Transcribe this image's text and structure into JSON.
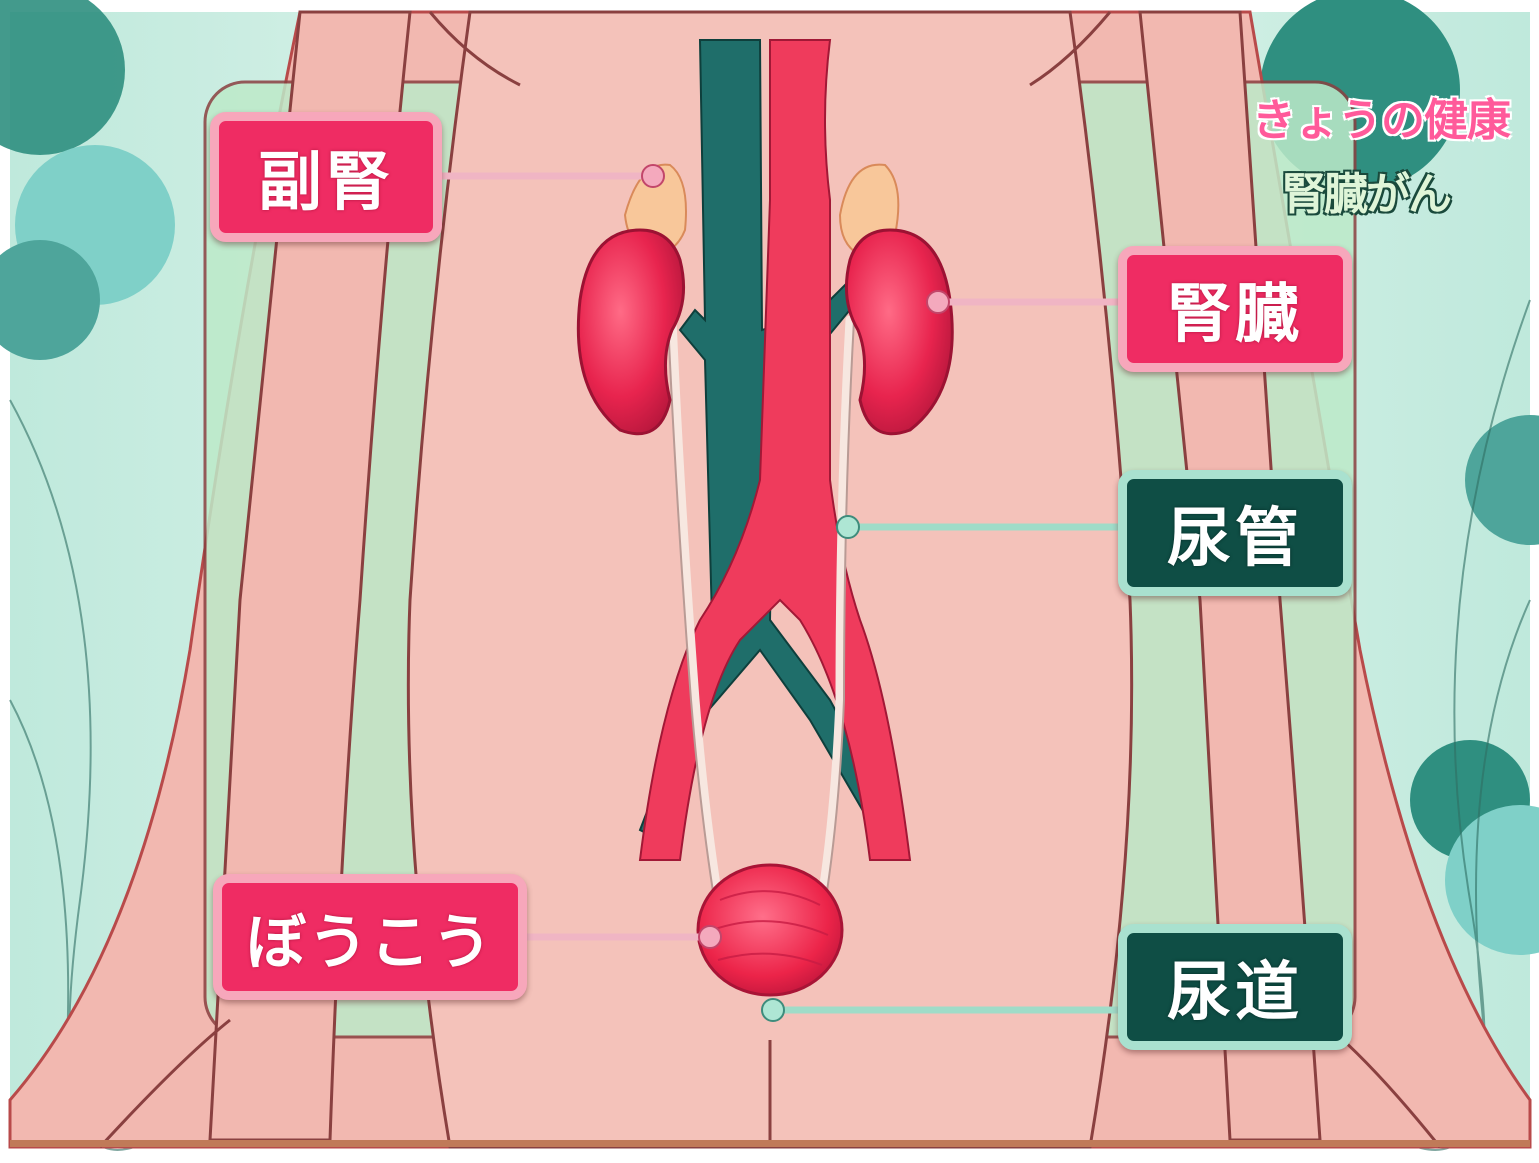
{
  "program": {
    "title": "きょうの健康",
    "subtitle": "腎臓がん"
  },
  "labels": {
    "adrenal": "副腎",
    "kidney": "腎臓",
    "ureter": "尿管",
    "bladder": "ぼうこう",
    "urethra": "尿道"
  },
  "colors": {
    "background_mint": "#c9efe2",
    "body_skin": "#f2b8b0",
    "panel_green": "#bdeac9",
    "kidney_red": "#e8244e",
    "vein_teal": "#1f6e6a",
    "artery_red": "#ef3b5c",
    "label_pink": "#ef2c63",
    "label_dark_green": "#0f4e45"
  }
}
